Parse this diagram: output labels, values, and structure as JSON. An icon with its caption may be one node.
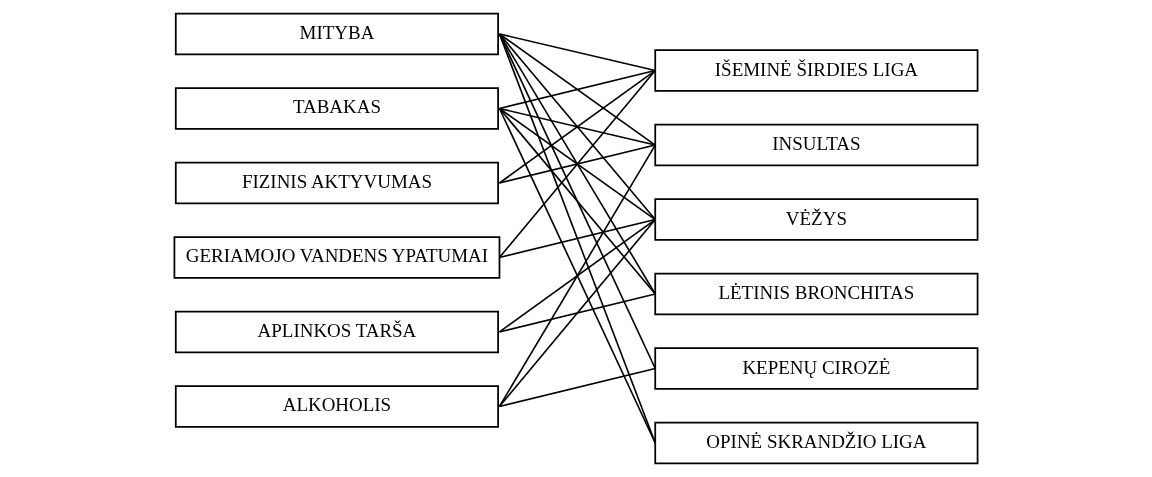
{
  "diagram": {
    "nodes": [
      {
        "text": [
          "MITYBA"
        ]
      },
      {
        "text": [
          "TABAKAS"
        ]
      },
      {
        "text": [
          "FIZINIS AKTYVUMAS"
        ]
      },
      {
        "text": [
          "GERIAMOJO VANDENS YPATUMAI"
        ]
      },
      {
        "text": [
          "APLINKOS TARŠA"
        ]
      },
      {
        "text": [
          "ALKOHOLIS"
        ]
      },
      {
        "text": [
          "IŠEMINĖ ŠIRDIES LIGA"
        ]
      },
      {
        "text": [
          "INSULTAS"
        ]
      },
      {
        "text": [
          "VĖŽYS"
        ]
      },
      {
        "text": [
          "LĖTINIS BRONCHITAS"
        ]
      },
      {
        "text": [
          "KEPENŲ CIROZĖ"
        ]
      },
      {
        "text": [
          "OPINĖ SKRANDŽIO LIGA"
        ]
      }
    ],
    "edges": [
      {
        "from": 0,
        "to": 6,
        "arrow": "none"
      },
      {
        "from": 0,
        "to": 7,
        "arrow": "none"
      },
      {
        "from": 0,
        "to": 8,
        "arrow": "none"
      },
      {
        "from": 0,
        "to": 9,
        "arrow": "none"
      },
      {
        "from": 0,
        "to": 10,
        "arrow": "none"
      },
      {
        "from": 0,
        "to": 11,
        "arrow": "none"
      },
      {
        "from": 1,
        "to": 6,
        "arrow": "none"
      },
      {
        "from": 1,
        "to": 7,
        "arrow": "none"
      },
      {
        "from": 1,
        "to": 8,
        "arrow": "none"
      },
      {
        "from": 1,
        "to": 9,
        "arrow": "none"
      },
      {
        "from": 1,
        "to": 11,
        "arrow": "none"
      },
      {
        "from": 2,
        "to": 6,
        "arrow": "none"
      },
      {
        "from": 2,
        "to": 7,
        "arrow": "none"
      },
      {
        "from": 3,
        "to": 6,
        "arrow": "none"
      },
      {
        "from": 3,
        "to": 8,
        "arrow": "none"
      },
      {
        "from": 4,
        "to": 8,
        "arrow": "none"
      },
      {
        "from": 4,
        "to": 9,
        "arrow": "none"
      },
      {
        "from": 5,
        "to": 7,
        "arrow": "none"
      },
      {
        "from": 5,
        "to": 8,
        "arrow": "none"
      },
      {
        "from": 5,
        "to": 10,
        "arrow": "none"
      }
    ]
  }
}
